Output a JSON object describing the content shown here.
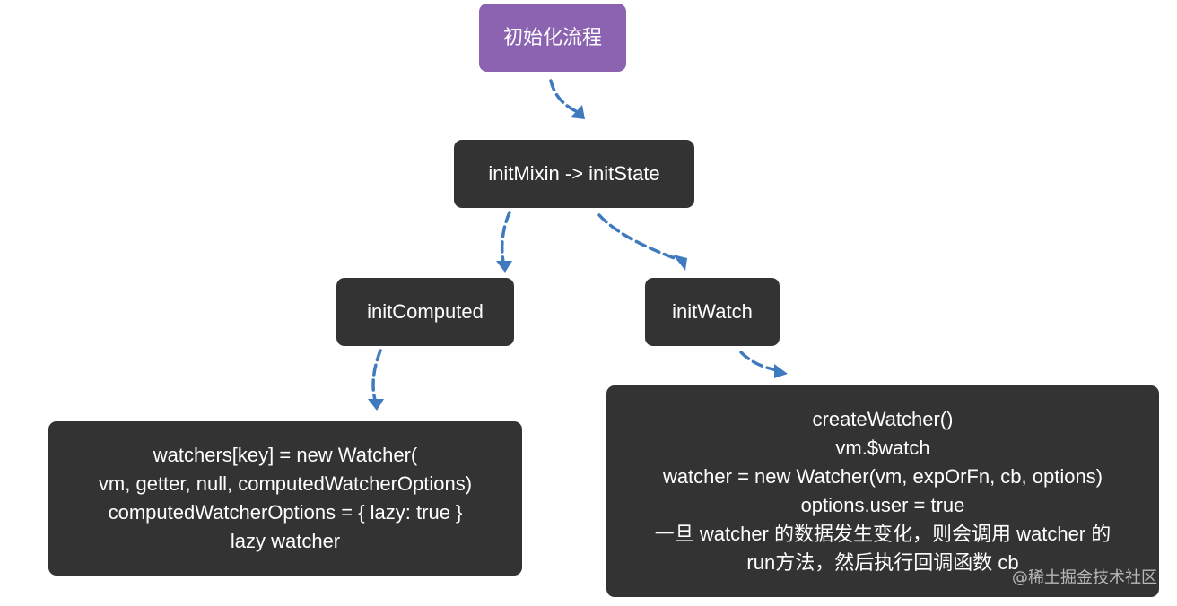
{
  "colors": {
    "root_node": "#8b63b1",
    "node": "#333333",
    "node_text": "#ffffff",
    "connector": "#3f7abe"
  },
  "nodes": {
    "root": "初始化流程",
    "init_state": "initMixin -> initState",
    "init_computed": "initComputed",
    "init_watch": "initWatch",
    "computed_detail": [
      "watchers[key] = new Watcher(",
      "vm, getter, null, computedWatcherOptions)",
      "computedWatcherOptions = { lazy: true }",
      "lazy watcher"
    ],
    "watch_detail": [
      "createWatcher()",
      "vm.$watch",
      "watcher = new Watcher(vm, expOrFn, cb, options)",
      "options.user = true",
      "一旦 watcher 的数据发生变化，则会调用 watcher 的",
      "run方法，然后执行回调函数 cb"
    ]
  },
  "watermark": "@稀土掘金技术社区"
}
